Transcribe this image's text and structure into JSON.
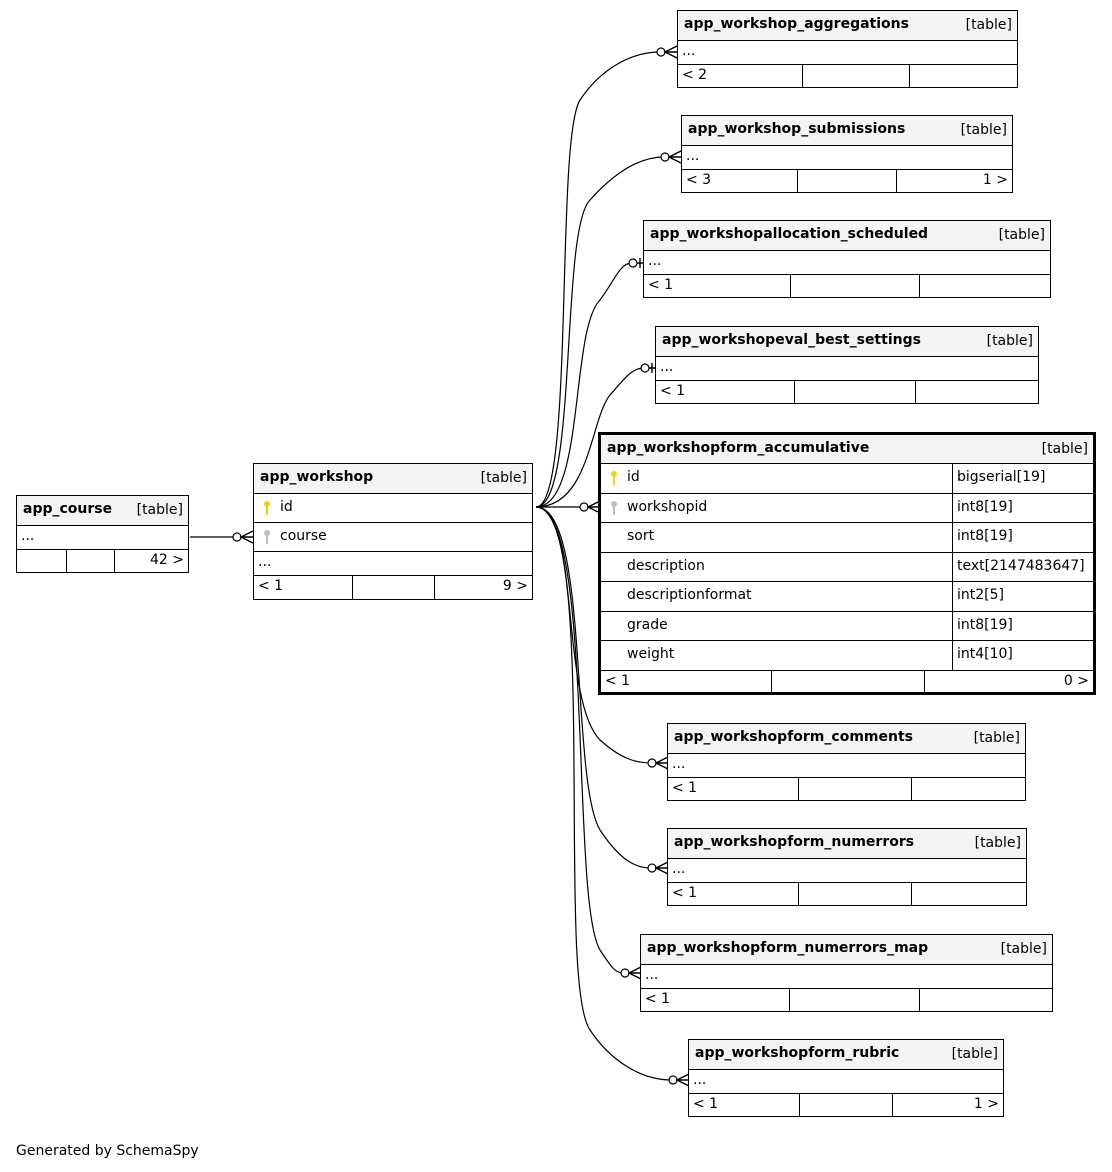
{
  "tables": {
    "app_course": {
      "name": "app_course",
      "kind": "[table]",
      "row": "...",
      "foot_right": "42 >"
    },
    "app_workshop": {
      "name": "app_workshop",
      "kind": "[table]",
      "col1": "id",
      "col2": "course",
      "row": "...",
      "foot_left": "< 1",
      "foot_right": "9 >"
    },
    "aggregations": {
      "name": "app_workshop_aggregations",
      "kind": "[table]",
      "row": "...",
      "foot_left": "< 2",
      "foot_right": ""
    },
    "submissions": {
      "name": "app_workshop_submissions",
      "kind": "[table]",
      "row": "...",
      "foot_left": "< 3",
      "foot_right": "1 >"
    },
    "allocation": {
      "name": "app_workshopallocation_scheduled",
      "kind": "[table]",
      "row": "...",
      "foot_left": "< 1",
      "foot_right": ""
    },
    "evalbest": {
      "name": "app_workshopeval_best_settings",
      "kind": "[table]",
      "row": "...",
      "foot_left": "< 1",
      "foot_right": ""
    },
    "accumulative": {
      "name": "app_workshopform_accumulative",
      "kind": "[table]",
      "columns": [
        {
          "name": "id",
          "type": "bigserial[19]"
        },
        {
          "name": "workshopid",
          "type": "int8[19]"
        },
        {
          "name": "sort",
          "type": "int8[19]"
        },
        {
          "name": "description",
          "type": "text[2147483647]"
        },
        {
          "name": "descriptionformat",
          "type": "int2[5]"
        },
        {
          "name": "grade",
          "type": "int8[19]"
        },
        {
          "name": "weight",
          "type": "int4[10]"
        }
      ],
      "foot_left": "< 1",
      "foot_right": "0 >"
    },
    "comments": {
      "name": "app_workshopform_comments",
      "kind": "[table]",
      "row": "...",
      "foot_left": "< 1",
      "foot_right": ""
    },
    "numerrors": {
      "name": "app_workshopform_numerrors",
      "kind": "[table]",
      "row": "...",
      "foot_left": "< 1",
      "foot_right": ""
    },
    "numerrors_map": {
      "name": "app_workshopform_numerrors_map",
      "kind": "[table]",
      "row": "...",
      "foot_left": "< 1",
      "foot_right": ""
    },
    "rubric": {
      "name": "app_workshopform_rubric",
      "kind": "[table]",
      "row": "...",
      "foot_left": "< 1",
      "foot_right": "1 >"
    }
  },
  "icons": {
    "primary_key": "key-icon-gold",
    "foreign_key": "key-icon-gray"
  },
  "colors": {
    "primary_key": "#e8d21a",
    "foreign_key": "#bdbdbd",
    "header_bg": "#f4f4f4",
    "line": "#000000"
  },
  "footer": "Generated by SchemaSpy"
}
